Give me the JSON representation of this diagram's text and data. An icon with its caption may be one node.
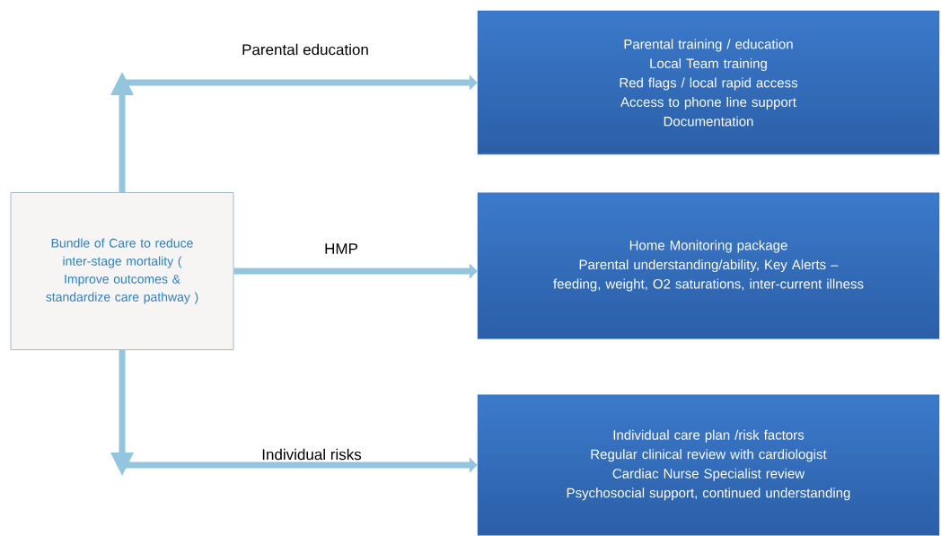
{
  "diagram": {
    "nodes": [
      {
        "text": [
          "Bundle of Care to reduce inter-stage mortality ( Improve outcomes & standardize care pathway )"
        ]
      },
      {
        "text": [
          "Parental training / education",
          "Local Team training",
          "Red flags / local rapid access",
          "Access to phone line support",
          "Documentation"
        ]
      },
      {
        "text": [
          "Home Monitoring package",
          "Parental understanding/ability, Key Alerts – feeding, weight, O2 saturations, inter-current illness"
        ]
      },
      {
        "text": [
          "Individual care plan /risk factors",
          "Regular clinical review with cardiologist",
          "Cardiac Nurse Specialist review",
          "Psychosocial support, continued understanding"
        ]
      }
    ],
    "edges": [
      {
        "from": 0,
        "to": 1,
        "arrow": "to",
        "label": "Parental education"
      },
      {
        "from": 0,
        "to": 2,
        "arrow": "to",
        "label": "HMP"
      },
      {
        "from": 0,
        "to": 3,
        "arrow": "to",
        "label": "Individual risks"
      }
    ]
  }
}
